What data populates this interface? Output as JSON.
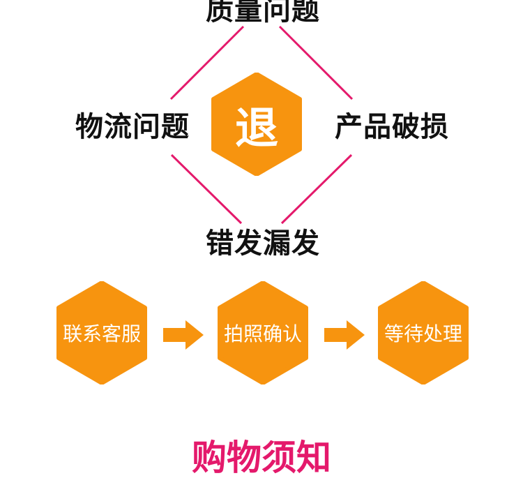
{
  "colors": {
    "hex_fill": "#f7940f",
    "line": "#e4196b",
    "heading": "#e4196b",
    "text": "#111111"
  },
  "diagram": {
    "center_label": "退",
    "top_label": "质量问题",
    "left_label": "物流问题",
    "right_label": "产品破损",
    "bottom_label": "错发漏发"
  },
  "steps": [
    {
      "label": "联系客服"
    },
    {
      "label": "拍照确认"
    },
    {
      "label": "等待处理"
    }
  ],
  "footer": {
    "title": "购物须知"
  }
}
